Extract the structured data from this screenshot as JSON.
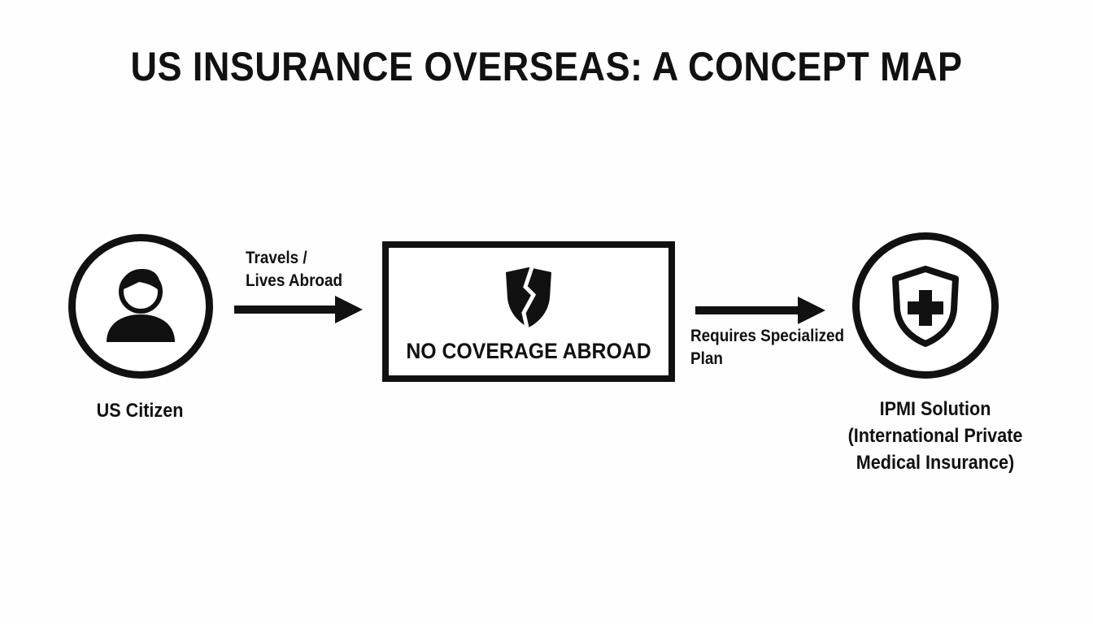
{
  "title": "US INSURANCE OVERSEAS: A CONCEPT MAP",
  "nodes": {
    "citizen": {
      "label": "US Citizen",
      "icon": "person-icon"
    },
    "no_coverage": {
      "label": "NO COVERAGE ABROAD",
      "icon": "broken-shield-icon"
    },
    "ipmi": {
      "label_line1": "IPMI Solution",
      "label_line2": "(International Private",
      "label_line3": "Medical Insurance)",
      "icon": "medical-shield-icon"
    }
  },
  "edges": {
    "travel": {
      "label_line1": "Travels /",
      "label_line2": "Lives Abroad"
    },
    "requires": {
      "label_line1": "Requires Specialized",
      "label_line2": "Plan"
    }
  },
  "colors": {
    "ink": "#111111",
    "background": "#fdfefd"
  }
}
